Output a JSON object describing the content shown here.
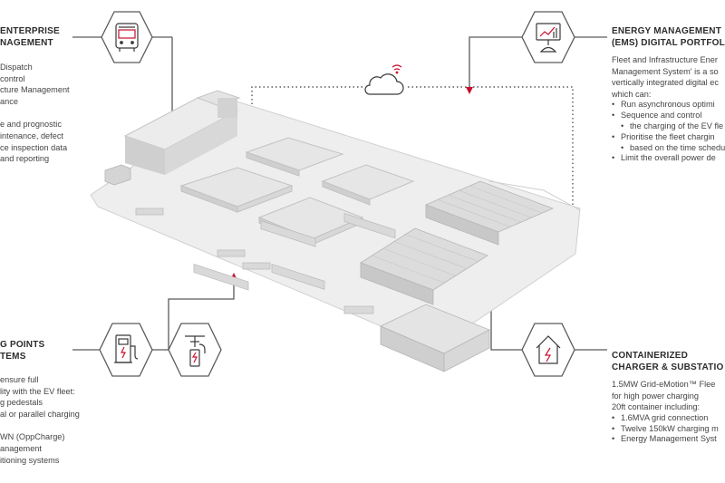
{
  "sections": {
    "fleet": {
      "title": [
        "ENTERPRISE",
        "NAGEMENT"
      ],
      "lines_a": [
        "Dispatch",
        "control",
        "cture Management",
        "ance"
      ],
      "lines_b": [
        "e and prognostic",
        "intenance, defect",
        "ce inspection data",
        "and reporting"
      ]
    },
    "ems": {
      "title": [
        "ENERGY MANAGEMENT",
        "(EMS) DIGITAL PORTFOL"
      ],
      "intro": [
        "Fleet and Infrastructure Ener",
        "Management System' is a so",
        "vertically integrated digital ec",
        "which can:"
      ],
      "bullets": [
        [
          "Run asynchronous optimi"
        ],
        [
          "Sequence and control",
          "the charging of the EV fle"
        ],
        [
          "Prioritise the fleet chargin",
          "based on the time schedu"
        ],
        [
          "Limit the overall power de"
        ]
      ]
    },
    "charging": {
      "title": [
        "G POINTS",
        "TEMS"
      ],
      "lines_a": [
        "ensure full",
        "lity with the EV fleet:",
        "g pedestals",
        "al or parallel charging"
      ],
      "lines_b": [
        "WN (OppCharge)",
        "anagement",
        "itioning systems"
      ]
    },
    "substation": {
      "title": [
        "CONTAINERIZED",
        "CHARGER & SUBSTATIO"
      ],
      "intro": [
        "1.5MW Grid-eMotion™ Flee",
        "for high power charging",
        "20ft container including:"
      ],
      "bullets": [
        "1.6MVA grid connection",
        "Twelve 150kW charging m",
        "Energy Management Syst"
      ]
    }
  },
  "icons": {
    "fleet": "bus-icon",
    "ems": "monitor-chart-icon",
    "charging_pedestal": "charging-pedestal-icon",
    "charging_pantograph": "pantograph-charger-icon",
    "substation": "house-lightning-icon",
    "cloud": "cloud-wifi-icon"
  },
  "colors": {
    "accent": "#c8102e",
    "connector": "#5a5a5a",
    "icon_stroke": "#3a3a3a",
    "depot_light": "#ececec",
    "depot_mid": "#d6d6d6",
    "depot_dark": "#bdbdbd"
  }
}
